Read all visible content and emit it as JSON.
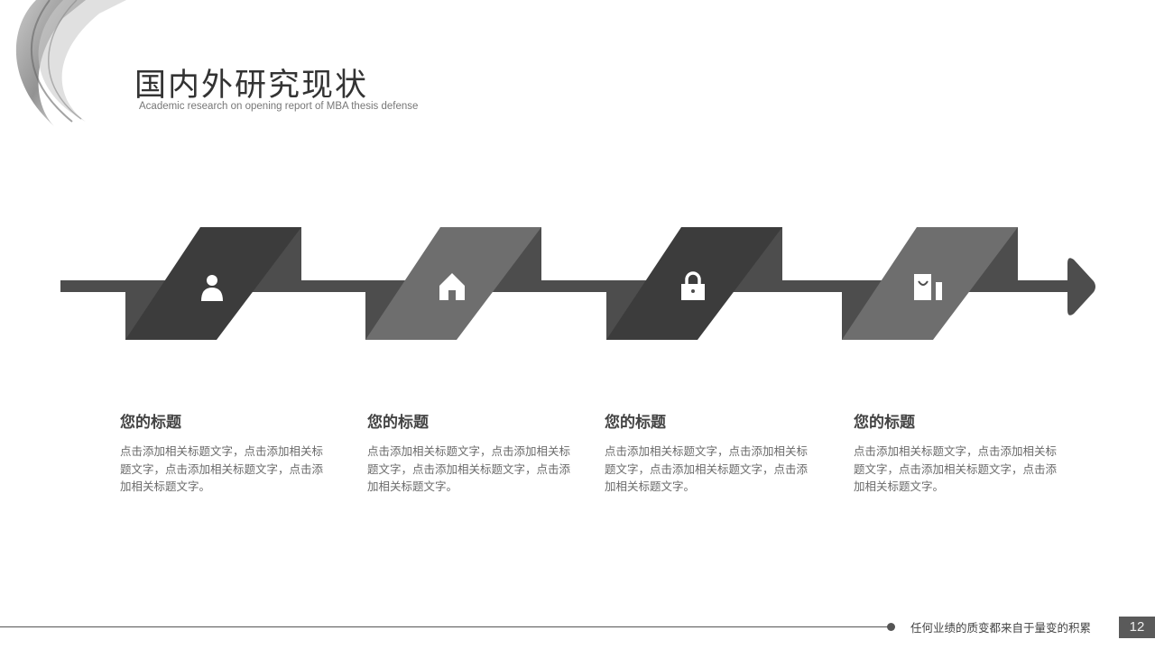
{
  "header": {
    "title": "国内外研究现状",
    "subtitle": "Academic research on opening report of MBA thesis defense"
  },
  "colors": {
    "line": "#4d4d4d",
    "dark": "#3c3c3c",
    "light": "#6e6e6e",
    "icon": "#ffffff"
  },
  "steps": [
    {
      "icon": "user-icon",
      "title": "您的标题",
      "body": "点击添加相关标题文字，点击添加相关标题文字，点击添加相关标题文字，点击添加相关标题文字。"
    },
    {
      "icon": "home-icon",
      "title": "您的标题",
      "body": "点击添加相关标题文字，点击添加相关标题文字，点击添加相关标题文字，点击添加相关标题文字。"
    },
    {
      "icon": "lock-icon",
      "title": "您的标题",
      "body": "点击添加相关标题文字，点击添加相关标题文字，点击添加相关标题文字，点击添加相关标题文字。"
    },
    {
      "icon": "shopping-bag-icon",
      "title": "您的标题",
      "body": "点击添加相关标题文字，点击添加相关标题文字，点击添加相关标题文字，点击添加相关标题文字。"
    }
  ],
  "footer": {
    "slogan": "任何业绩的质变都来自于量变的积累",
    "page_number": "12"
  }
}
